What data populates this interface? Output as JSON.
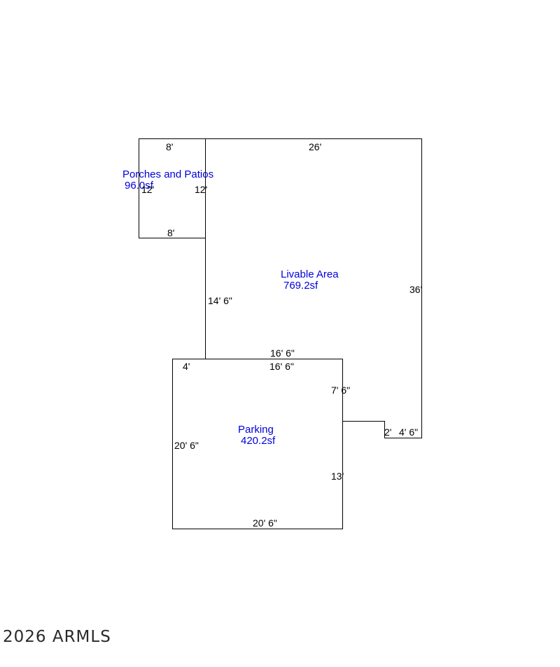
{
  "colors": {
    "line": "#000000",
    "dimension_text": "#000000",
    "area_text": "#0000dd",
    "footer_text": "#2a2a2a"
  },
  "areas": {
    "porch": {
      "name": "Porches and Patios",
      "size": "96.0sf"
    },
    "livable": {
      "name": "Livable Area",
      "size": "769.2sf"
    },
    "parking": {
      "name": "Parking",
      "size": "420.2sf"
    }
  },
  "dimensions": {
    "porch_top": "8'",
    "porch_bottom": "8'",
    "porch_left": "12'",
    "porch_right": "12'",
    "livable_top": "26'",
    "livable_right": "36'",
    "livable_left_lower": "14' 6\"",
    "livable_bottom_shared": "16' 6\"",
    "livable_notch_left": "2'",
    "livable_notch_right": "4' 6\"",
    "parking_top_left": "4'",
    "parking_top": "16' 6\"",
    "parking_right_upper": "7' 6\"",
    "parking_right_lower": "13'",
    "parking_left": "20' 6\"",
    "parking_bottom": "20' 6\""
  },
  "footer": {
    "copyright": "2026 ARMLS"
  }
}
